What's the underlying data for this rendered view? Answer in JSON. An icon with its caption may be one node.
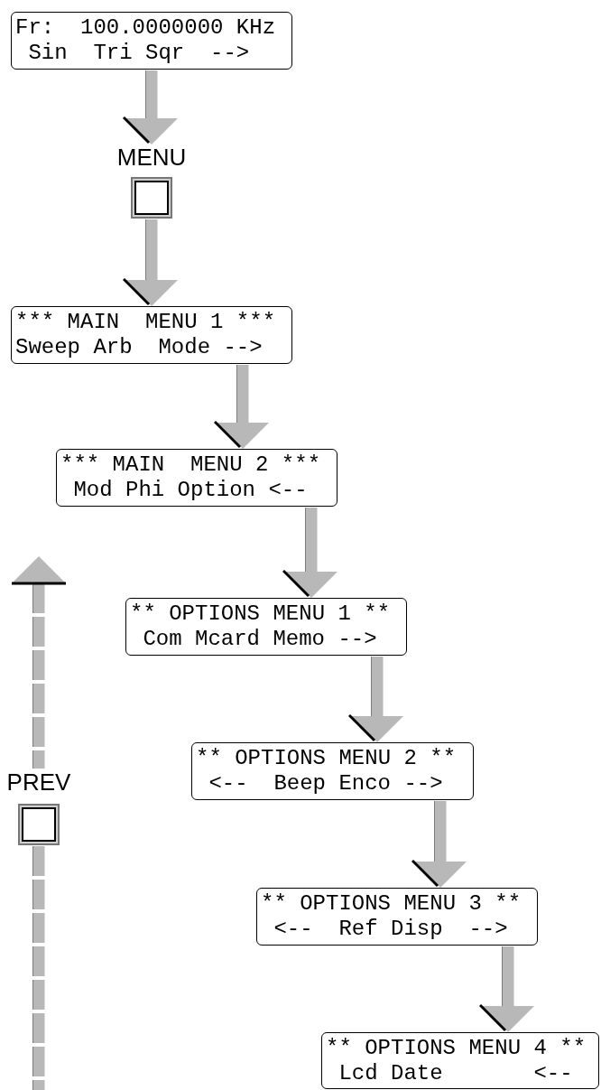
{
  "diagram": {
    "nodes": [
      {
        "text": [
          "Fr:  100.0000000 KHz",
          "Sin  Tri Sqr  -->"
        ]
      },
      {
        "text": [
          "MENU"
        ]
      },
      {
        "text": [
          "*** MAIN  MENU 1 ***",
          "Sweep Arb  Mode -->"
        ]
      },
      {
        "text": [
          "*** MAIN  MENU 2 ***",
          "Mod Phi Option <--"
        ]
      },
      {
        "text": [
          "** OPTIONS MENU 1 **",
          "Com Mcard Memo -->"
        ]
      },
      {
        "text": [
          "** OPTIONS MENU 2 **",
          "<--  Beep Enco -->"
        ]
      },
      {
        "text": [
          "** OPTIONS MENU 3 **",
          "<--  Ref Disp  -->"
        ]
      },
      {
        "text": [
          "** OPTIONS MENU 4 **",
          "Lcd Date       <--"
        ]
      },
      {
        "text": [
          "PREV"
        ]
      }
    ],
    "edges": [
      {
        "from": 0,
        "to": 1,
        "arrow": "to"
      },
      {
        "from": 1,
        "to": 2,
        "arrow": "to"
      },
      {
        "from": 2,
        "to": 3,
        "arrow": "to"
      },
      {
        "from": 3,
        "to": 4,
        "arrow": "to"
      },
      {
        "from": 4,
        "to": 5,
        "arrow": "to"
      },
      {
        "from": 5,
        "to": 6,
        "arrow": "to"
      },
      {
        "from": 6,
        "to": 7,
        "arrow": "to"
      },
      {
        "from": null,
        "to": 8,
        "arrow": "none",
        "style": "dashed"
      },
      {
        "from": 8,
        "to": null,
        "arrow": "to",
        "style": "dashed"
      }
    ]
  }
}
